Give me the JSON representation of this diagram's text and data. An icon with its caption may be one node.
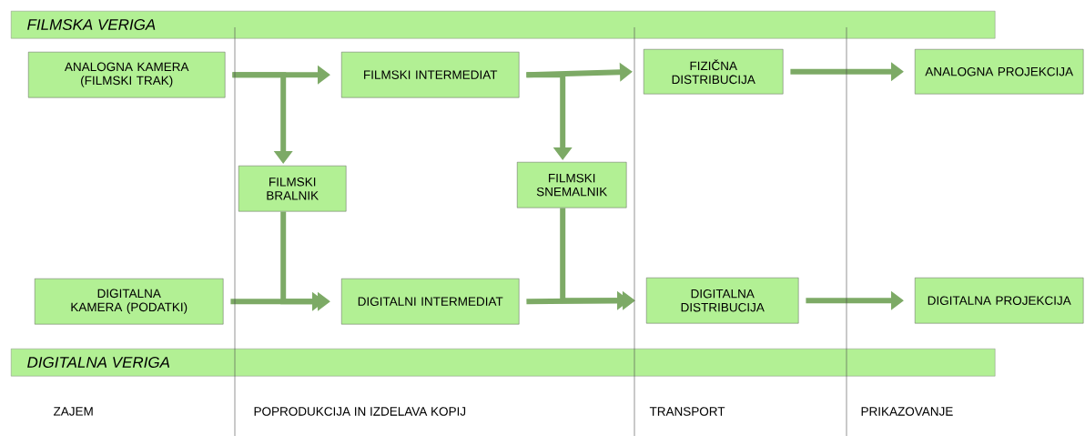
{
  "diagram": {
    "nodes": [
      {
        "text": [
          "FILMSKA VERIGA"
        ]
      },
      {
        "text": [
          "ANALOGNA KAMERA (FILMSKI TRAK)"
        ]
      },
      {
        "text": [
          "FILMSKI INTERMEDIAT"
        ]
      },
      {
        "text": [
          "FIZIČNA DISTRIBUCIJA"
        ]
      },
      {
        "text": [
          "ANALOGNA PROJEKCIJA"
        ]
      },
      {
        "text": [
          "FILMSKI BRALNIK"
        ]
      },
      {
        "text": [
          "FILMSKI SNEMALNIK"
        ]
      },
      {
        "text": [
          "DIGITALNA KAMERA (PODATKI)"
        ]
      },
      {
        "text": [
          "DIGITALNI INTERMEDIAT"
        ]
      },
      {
        "text": [
          "DIGITALNA DISTRIBUCIJA"
        ]
      },
      {
        "text": [
          "DIGITALNA PROJEKCIJA"
        ]
      },
      {
        "text": [
          "DIGITALNA VERIGA"
        ]
      }
    ],
    "edges": [
      {
        "from": 1,
        "to": 2,
        "arrow": "to"
      },
      {
        "from": 1,
        "to": 5,
        "arrow": "to"
      },
      {
        "from": 2,
        "to": 3,
        "arrow": "to"
      },
      {
        "from": 2,
        "to": 6,
        "arrow": "to"
      },
      {
        "from": 3,
        "to": 4,
        "arrow": "to"
      },
      {
        "from": 5,
        "to": 8,
        "arrow": "to"
      },
      {
        "from": 6,
        "to": 9,
        "arrow": "to"
      },
      {
        "from": 7,
        "to": 8,
        "arrow": "to"
      },
      {
        "from": 8,
        "to": 9,
        "arrow": "to"
      },
      {
        "from": 9,
        "to": 10,
        "arrow": "to"
      }
    ],
    "labels": [
      "ZAJEM",
      "POPRODUKCIJA IN IZDELAVA KOPIJ",
      "TRANSPORT",
      "PRIKAZOVANJE"
    ]
  }
}
